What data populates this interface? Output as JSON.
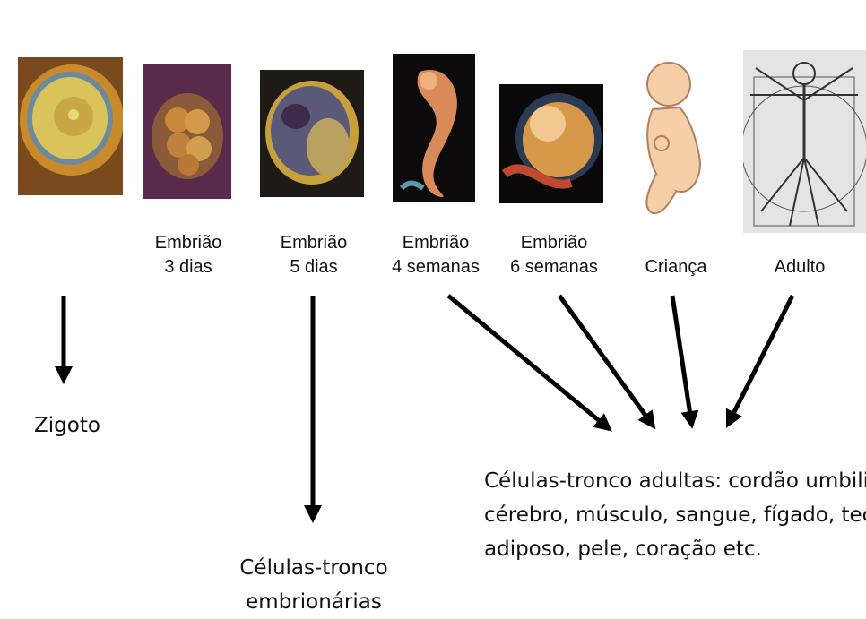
{
  "stages": [
    {
      "id": "zigoto",
      "line1": "",
      "line2": ""
    },
    {
      "id": "embriao-3",
      "line1": "Embrião",
      "line2": "3 dias"
    },
    {
      "id": "embriao-5",
      "line1": "Embrião",
      "line2": "5 dias"
    },
    {
      "id": "embriao-4s",
      "line1": "Embrião",
      "line2": "4 semanas"
    },
    {
      "id": "embriao-6s",
      "line1": "Embrião",
      "line2": "6 semanas"
    },
    {
      "id": "crianca",
      "line1": "Criança",
      "line2": ""
    },
    {
      "id": "adulto",
      "line1": "Adulto",
      "line2": ""
    }
  ],
  "outcomes": {
    "zigoto": "Zigoto",
    "embryonic": {
      "line1": "Células-tronco",
      "line2": "embrionárias"
    },
    "adult": {
      "line1": "Células-tronco adultas: cordão umbilical,",
      "line2": "cérebro, músculo, sangue, fígado, tecido",
      "line3": "adiposo, pele, coração etc."
    }
  }
}
